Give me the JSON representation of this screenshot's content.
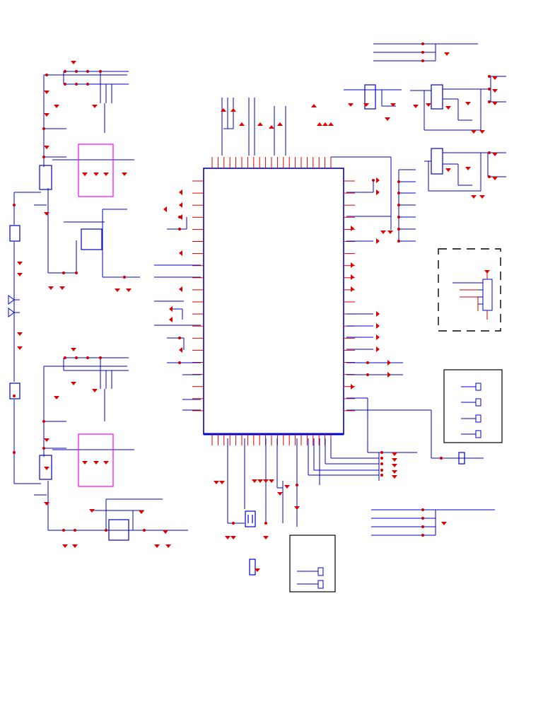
{
  "diagram": {
    "type": "electronic-schematic",
    "colors": {
      "background": "#ffffff",
      "wire": "#0000cc",
      "pin": "#e00000",
      "junction": "#cc0000",
      "module_outline": "#ff00ff",
      "text": "#000000"
    },
    "components": [
      {
        "id": "main-ic",
        "kind": "ic-large"
      },
      {
        "id": "regulator-upper-left",
        "kind": "ic-small"
      },
      {
        "id": "regulator-lower-left",
        "kind": "ic-small"
      },
      {
        "id": "driver-left-mid",
        "kind": "ic-small"
      },
      {
        "id": "driver-bottom",
        "kind": "ic-small"
      },
      {
        "id": "connector-left-upper",
        "kind": "connector"
      },
      {
        "id": "connector-left-lower",
        "kind": "connector"
      },
      {
        "id": "module-upper",
        "kind": "module"
      },
      {
        "id": "module-lower",
        "kind": "module"
      },
      {
        "id": "opamp-top-1",
        "kind": "ic-small"
      },
      {
        "id": "opamp-top-2",
        "kind": "ic-small"
      },
      {
        "id": "opamp-top-3",
        "kind": "ic-small"
      },
      {
        "id": "optional-block",
        "kind": "dashed-box"
      },
      {
        "id": "test-points-right",
        "kind": "box"
      },
      {
        "id": "test-points-bottom",
        "kind": "box"
      },
      {
        "id": "crystal",
        "kind": "crystal"
      }
    ]
  }
}
